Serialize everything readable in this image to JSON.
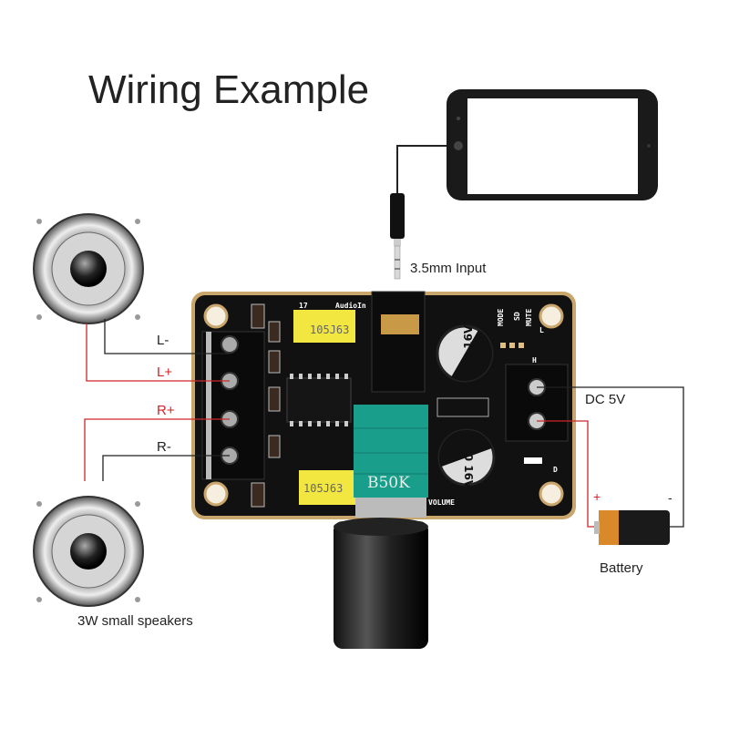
{
  "title": "Wiring Example",
  "input_label": "3.5mm Input",
  "speaker_terminals": [
    {
      "label": "L-",
      "color": "#222222"
    },
    {
      "label": "L+",
      "color": "#d0262a"
    },
    {
      "label": "R+",
      "color": "#d0262a"
    },
    {
      "label": "R-",
      "color": "#222222"
    }
  ],
  "power_label": "DC 5V",
  "battery": {
    "label": "Battery",
    "plus": "+",
    "minus": "-"
  },
  "speakers_label": "3W small speakers",
  "board": {
    "audio_in": "AudioIn",
    "mode": "MODE",
    "sd": "SD",
    "mute": "MUTE",
    "l": "L",
    "h": "H",
    "d": "D",
    "volume": "VOLUME",
    "num17": "17",
    "capacitor_top": "105J63",
    "capacitor_bottom": "105J63",
    "electrolytic_1": "470 16V VT",
    "electrolytic_2": "470 16V VT",
    "potentiometer": "B50K"
  },
  "colors": {
    "wire_red": "#d0262a",
    "wire_black": "#222222",
    "pcb": "#111111",
    "pcb_edge": "#c9a66b",
    "pot": "#1a9e8c",
    "cap": "#f2e640"
  }
}
